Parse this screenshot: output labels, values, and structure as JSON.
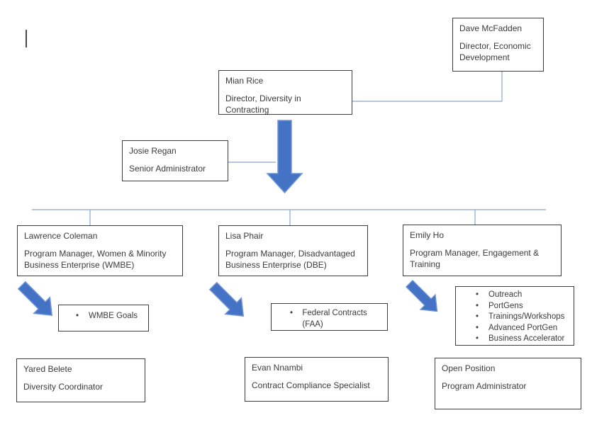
{
  "colors": {
    "arrow_blue": "#4472C4",
    "arrow_border": "#6F95D6",
    "connector_blue": "#9DB3D2",
    "box_border": "#3D3D3D",
    "text": "#3B3B3B",
    "background": "#FFFFFF"
  },
  "boxes": {
    "dave": {
      "name": "Dave McFadden",
      "title": "Director, Economic Development"
    },
    "mian": {
      "name": "Mian Rice",
      "title": "Director, Diversity in Contracting"
    },
    "josie": {
      "name": "Josie Regan",
      "title": "Senior Administrator"
    },
    "lawrence": {
      "name": "Lawrence Coleman",
      "title": "Program Manager, Women & Minority Business Enterprise (WMBE)"
    },
    "lisa": {
      "name": "Lisa Phair",
      "title": "Program Manager, Disadvantaged Business Enterprise (DBE)"
    },
    "emily": {
      "name": "Emily Ho",
      "title": "Program Manager, Engagement & Training"
    },
    "yared": {
      "name": "Yared Belete",
      "title": "Diversity Coordinator"
    },
    "evan": {
      "name": "Evan Nnambi",
      "title": "Contract Compliance Specialist"
    },
    "open_position": {
      "name": "Open Position",
      "title": "Program Administrator"
    }
  },
  "lists": {
    "wmbe_goals": {
      "items": [
        "WMBE Goals"
      ]
    },
    "dbe_programs": {
      "items": [
        "Federal Contracts (FAA)"
      ]
    },
    "engagement_programs": {
      "items": [
        "Outreach",
        "PortGens",
        "Trainings/Workshops",
        "Advanced PortGen",
        "Business Accelerator"
      ]
    }
  },
  "icons": {
    "down_arrow": "down-arrow",
    "diagonal_arrow": "diagonal-down-right-arrow",
    "text_cursor": "text-cursor"
  }
}
